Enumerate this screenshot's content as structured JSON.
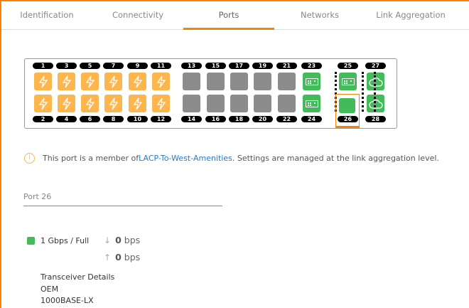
{
  "tabs": [
    "Identification",
    "Connectivity",
    "Ports",
    "Networks",
    "Link Aggregation"
  ],
  "active_tab": "Ports",
  "ports": [
    {
      "n": "1",
      "s": "poe"
    },
    {
      "n": "2",
      "s": "poe"
    },
    {
      "n": "3",
      "s": "poe"
    },
    {
      "n": "4",
      "s": "poe"
    },
    {
      "n": "5",
      "s": "poe"
    },
    {
      "n": "6",
      "s": "poe"
    },
    {
      "n": "7",
      "s": "poe"
    },
    {
      "n": "8",
      "s": "poe"
    },
    {
      "n": "9",
      "s": "poe"
    },
    {
      "n": "10",
      "s": "poe"
    },
    {
      "n": "11",
      "s": "poe"
    },
    {
      "n": "12",
      "s": "poe"
    },
    {
      "n": "13",
      "s": "empty"
    },
    {
      "n": "14",
      "s": "empty"
    },
    {
      "n": "15",
      "s": "empty"
    },
    {
      "n": "16",
      "s": "empty"
    },
    {
      "n": "17",
      "s": "empty"
    },
    {
      "n": "18",
      "s": "empty"
    },
    {
      "n": "19",
      "s": "empty"
    },
    {
      "n": "20",
      "s": "empty"
    },
    {
      "n": "21",
      "s": "empty"
    },
    {
      "n": "22",
      "s": "empty"
    },
    {
      "n": "23",
      "s": "sfp"
    },
    {
      "n": "24",
      "s": "sfp"
    },
    {
      "n": "25",
      "s": "sfp"
    },
    {
      "n": "26",
      "s": "up"
    },
    {
      "n": "27",
      "s": "cloud"
    },
    {
      "n": "28",
      "s": "cloud"
    }
  ],
  "selected_port": "26",
  "colors": {
    "accent": "#f5820b",
    "poe": "#fdb64d",
    "up": "#44bb5a",
    "empty": "#8c8c8c",
    "link": "#2a7ac0"
  },
  "info": {
    "prefix": "This port is a member of ",
    "link": "LACP-To-West-Amenities",
    "suffix": ". Settings are managed at the link aggregation level."
  },
  "port_name": "Port 26",
  "status": {
    "speed": "1 Gbps / Full",
    "down_value": "0",
    "down_unit": "bps",
    "up_value": "0",
    "up_unit": "bps"
  },
  "transceiver": {
    "title": "Transceiver Details",
    "vendor": "OEM",
    "type": "1000BASE-LX"
  }
}
